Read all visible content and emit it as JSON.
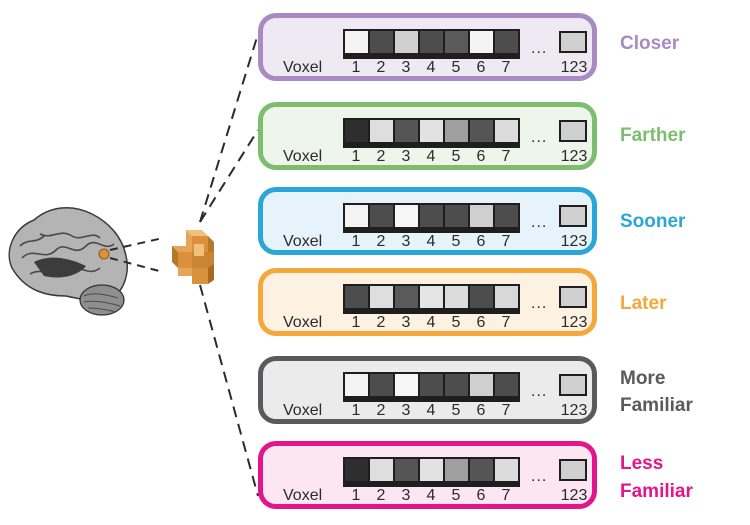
{
  "voxel_label": "Voxel",
  "voxel_indices": [
    "1",
    "2",
    "3",
    "4",
    "5",
    "6",
    "7"
  ],
  "ellipsis": "...",
  "last_index": "123",
  "conditions": [
    {
      "label": "Closer",
      "label_lines": [
        "Closer"
      ],
      "color": "#a98bc3",
      "fill": "#efe9f4",
      "shades": [
        "#f4f4f4",
        "#4d4d4d",
        "#cfcfcf",
        "#4d4d4d",
        "#5a5a5a",
        "#f4f4f4",
        "#4d4d4d"
      ],
      "last_shade": "#d0d0d0"
    },
    {
      "label": "Farther",
      "label_lines": [
        "Farther"
      ],
      "color": "#7cbe6e",
      "fill": "#eef5ea",
      "shades": [
        "#2e2e2e",
        "#dedede",
        "#555555",
        "#e2e2e2",
        "#9f9f9f",
        "#555555",
        "#dcdcdc"
      ],
      "last_shade": "#d0d0d0"
    },
    {
      "label": "Sooner",
      "label_lines": [
        "Sooner"
      ],
      "color": "#2aa7d6",
      "fill": "#e6f3fa",
      "shades": [
        "#f4f4f4",
        "#4d4d4d",
        "#f6f6f6",
        "#4d4d4d",
        "#4d4d4d",
        "#cfcfcf",
        "#4d4d4d"
      ],
      "last_shade": "#d0d0d0"
    },
    {
      "label": "Later",
      "label_lines": [
        "Later"
      ],
      "color": "#f4a83c",
      "fill": "#fdf1e1",
      "shades": [
        "#4d4d4d",
        "#dedede",
        "#5a5a5a",
        "#e4e4e4",
        "#dcdcdc",
        "#4d4d4d",
        "#d8d8d8"
      ],
      "last_shade": "#d0d0d0"
    },
    {
      "label": "More Familiar",
      "label_lines": [
        "More",
        "Familiar"
      ],
      "color": "#5a5a5c",
      "fill": "#ebebeb",
      "shades": [
        "#f4f4f4",
        "#4d4d4d",
        "#f6f6f6",
        "#4d4d4d",
        "#4d4d4d",
        "#cfcfcf",
        "#4d4d4d"
      ],
      "last_shade": "#d0d0d0"
    },
    {
      "label": "Less Familiar",
      "label_lines": [
        "Less",
        "Familiar"
      ],
      "color": "#e3158a",
      "fill": "#fbe6f1",
      "shades": [
        "#2e2e2e",
        "#dedede",
        "#555555",
        "#e2e2e2",
        "#9f9f9f",
        "#555555",
        "#dcdcdc"
      ],
      "last_shade": "#d0d0d0"
    }
  ],
  "voxel_cube_color": "#d9913c"
}
